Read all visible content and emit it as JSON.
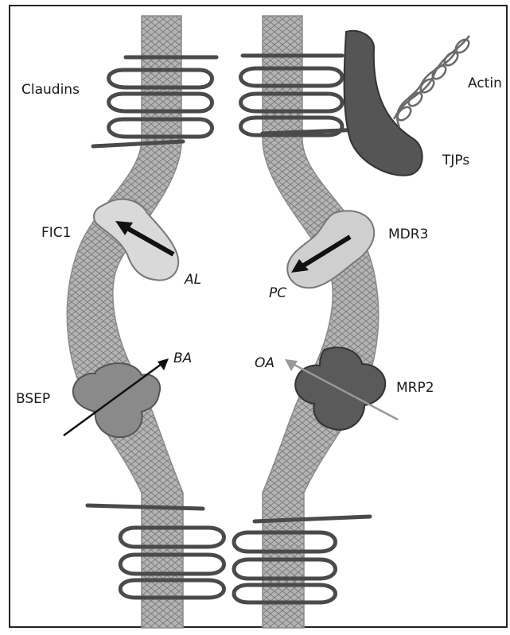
{
  "diagram": {
    "labels": {
      "claudins": "Claudins",
      "actin": "Actin",
      "tjps": "TJPs",
      "fic1": "FIC1",
      "mdr3": "MDR3",
      "al": "AL",
      "pc": "PC",
      "ba": "BA",
      "oa": "OA",
      "bsep": "BSEP",
      "mrp2": "MRP2"
    },
    "colors": {
      "membrane": "#a9a9a9",
      "membrane_line": "#808080",
      "strand": "#4a4a4a",
      "tjp": "#555555",
      "flippase": "#d9d9d9",
      "bsep": "#8a8a8a",
      "mrp2": "#5a5a5a",
      "frame": "#222222"
    }
  }
}
